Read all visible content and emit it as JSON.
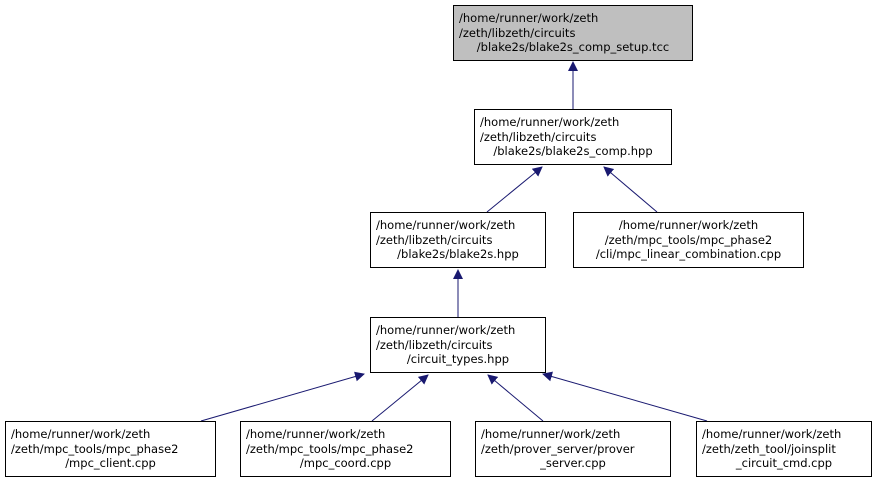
{
  "colors": {
    "edge": "#191970",
    "root_fill": "#bfbfbf",
    "node_fill": "#ffffff",
    "border": "#000000"
  },
  "nodes": {
    "setup_tcc": {
      "lines": [
        "/home/runner/work/zeth",
        "/zeth/libzeth/circuits",
        "/blake2s/blake2s_comp_setup.tcc"
      ]
    },
    "comp_hpp": {
      "lines": [
        "/home/runner/work/zeth",
        "/zeth/libzeth/circuits",
        "/blake2s/blake2s_comp.hpp"
      ]
    },
    "blake2s_hpp": {
      "lines": [
        "/home/runner/work/zeth",
        "/zeth/libzeth/circuits",
        "/blake2s/blake2s.hpp"
      ]
    },
    "linear_comb": {
      "lines": [
        "/home/runner/work/zeth",
        "/zeth/mpc_tools/mpc_phase2",
        "/cli/mpc_linear_combination.cpp"
      ]
    },
    "circuit_types": {
      "lines": [
        "/home/runner/work/zeth",
        "/zeth/libzeth/circuits",
        "/circuit_types.hpp"
      ]
    },
    "mpc_client": {
      "lines": [
        "/home/runner/work/zeth",
        "/zeth/mpc_tools/mpc_phase2",
        "/mpc_client.cpp"
      ]
    },
    "mpc_coord": {
      "lines": [
        "/home/runner/work/zeth",
        "/zeth/mpc_tools/mpc_phase2",
        "/mpc_coord.cpp"
      ]
    },
    "prover_server": {
      "lines": [
        "/home/runner/work/zeth",
        "/zeth/prover_server/prover",
        "_server.cpp"
      ]
    },
    "joinsplit": {
      "lines": [
        "/home/runner/work/zeth",
        "/zeth/zeth_tool/joinsplit",
        "_circuit_cmd.cpp"
      ]
    }
  }
}
